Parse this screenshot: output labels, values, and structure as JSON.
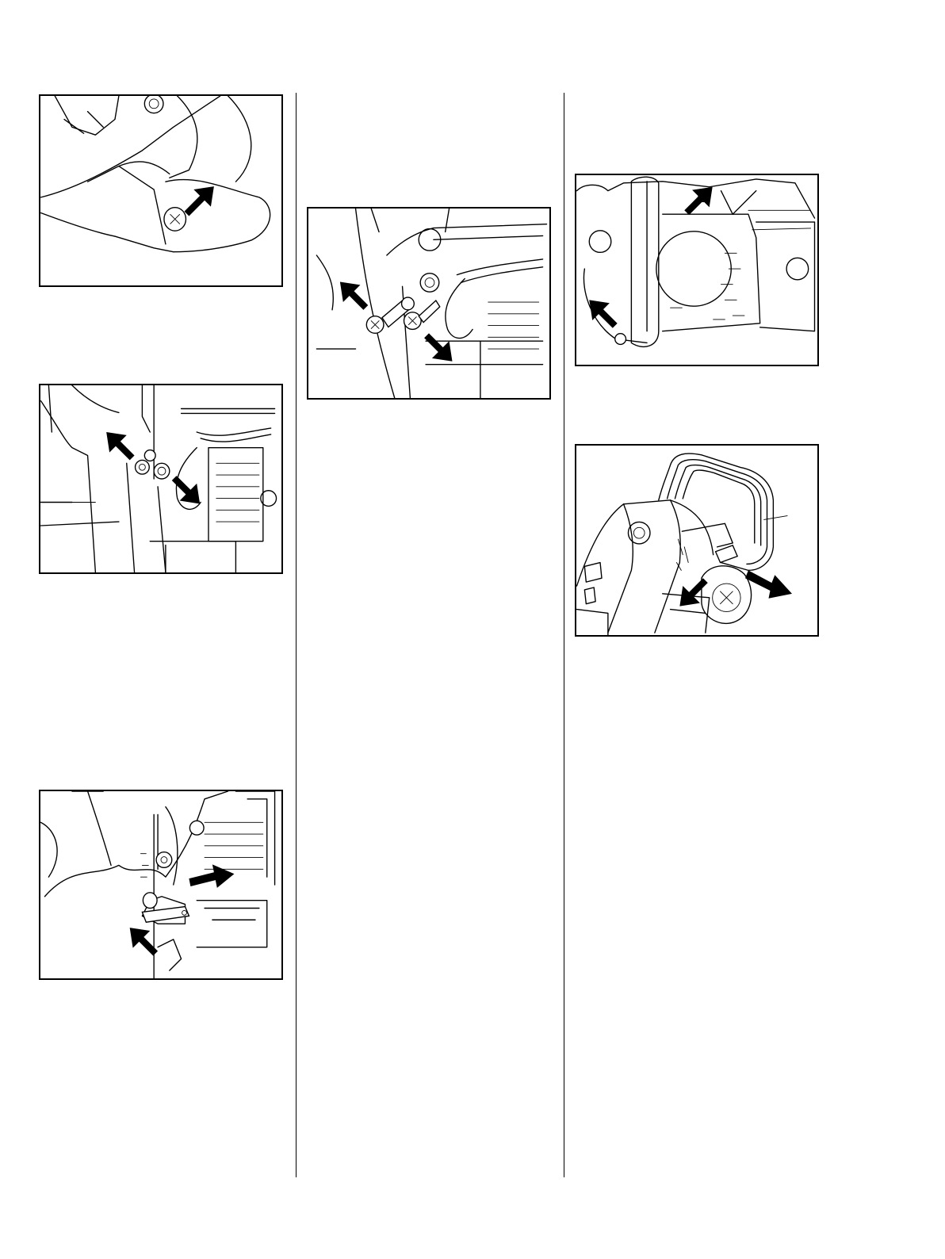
{
  "page": {
    "background": "#ffffff",
    "line_color": "#000000"
  },
  "figures": [
    {
      "id": "fig-1",
      "subject": "muffler-screw",
      "icon": "arrow-icon",
      "arrows": 1
    },
    {
      "id": "fig-2",
      "subject": "carburetor-screws",
      "icon": "arrow-icon",
      "arrows": 2
    },
    {
      "id": "fig-3",
      "subject": "bracket-removal",
      "icon": "arrow-icon",
      "arrows": 2
    },
    {
      "id": "fig-4",
      "subject": "screws-removed",
      "icon": "arrow-icon",
      "arrows": 2
    },
    {
      "id": "fig-5",
      "subject": "handlebar-screws",
      "icon": "arrow-icon",
      "arrows": 2
    },
    {
      "id": "fig-6",
      "subject": "handlebar-removal",
      "icon": "arrow-icon",
      "arrows": 2
    }
  ]
}
